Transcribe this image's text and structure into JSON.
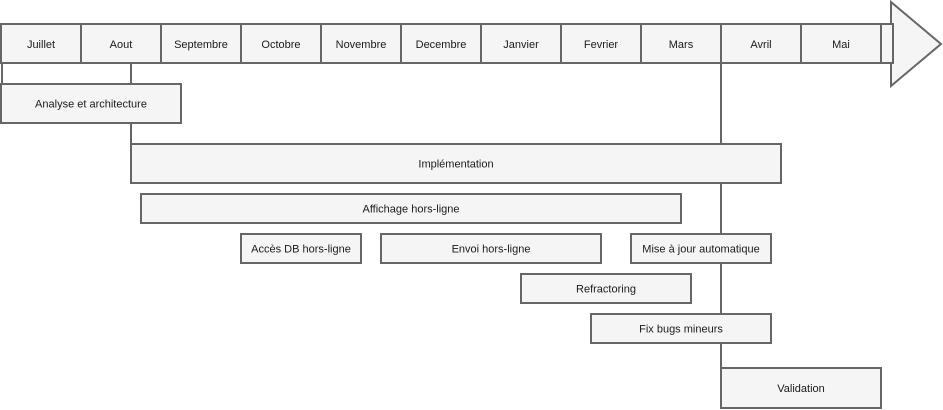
{
  "timeline": {
    "months": [
      "Juillet",
      "Aout",
      "Septembre",
      "Octobre",
      "Novembre",
      "Decembre",
      "Janvier",
      "Fevrier",
      "Mars",
      "Avril",
      "Mai"
    ]
  },
  "tasks": [
    {
      "id": "analyse",
      "label": "Analyse et architecture"
    },
    {
      "id": "implementation",
      "label": "Implémentation"
    },
    {
      "id": "affichage",
      "label": "Affichage hors-ligne"
    },
    {
      "id": "acces-db",
      "label": "Accès DB hors-ligne"
    },
    {
      "id": "envoi",
      "label": "Envoi hors-ligne"
    },
    {
      "id": "mise-a-jour",
      "label": "Mise à jour automatique"
    },
    {
      "id": "refactoring",
      "label": "Refractoring"
    },
    {
      "id": "fix-bugs",
      "label": "Fix bugs mineurs"
    },
    {
      "id": "validation",
      "label": "Validation"
    }
  ],
  "colors": {
    "stroke": "#666666",
    "fill": "#f5f5f5",
    "text": "#1a1a1a"
  }
}
